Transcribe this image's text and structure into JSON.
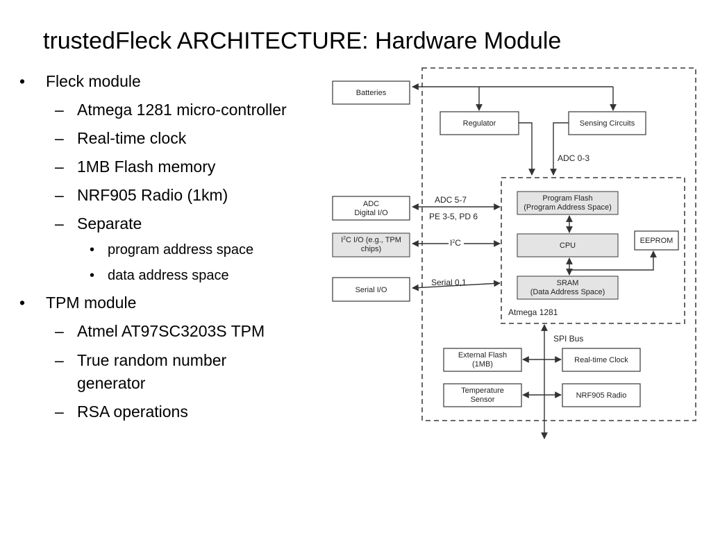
{
  "slide": {
    "title": "trustedFleck ARCHITECTURE: Hardware Module",
    "bullets": [
      {
        "level": 1,
        "text": "Fleck module"
      },
      {
        "level": 2,
        "text": "Atmega 1281 micro-controller"
      },
      {
        "level": 2,
        "text": "Real-time clock"
      },
      {
        "level": 2,
        "text": "1MB Flash memory"
      },
      {
        "level": 2,
        "text": "NRF905 Radio (1km)"
      },
      {
        "level": 2,
        "text": "Separate"
      },
      {
        "level": 3,
        "text": "program address space"
      },
      {
        "level": 3,
        "text": "data address space"
      },
      {
        "level": 1,
        "text": "TPM module"
      },
      {
        "level": 2,
        "text": "Atmel AT97SC3203S TPM"
      },
      {
        "level": 2,
        "text": "True random number"
      },
      {
        "level": 2,
        "text": "generator"
      },
      {
        "level": 2,
        "text": "RSA operations"
      }
    ],
    "markers": {
      "level1": "•",
      "level2": "–",
      "level3": "•"
    }
  },
  "diagram": {
    "batteries": "Batteries",
    "regulator": "Regulator",
    "sensing": "Sensing Circuits",
    "adc03": "ADC 0-3",
    "adc_io_line1": "ADC",
    "adc_io_line2": "Digital I/O",
    "adc57": "ADC 5-7",
    "pe": "PE 3-5, PD 6",
    "i2c_line1_a": "I",
    "i2c_line1_sup": "2",
    "i2c_line1_b": "C I/O (e.g., TPM",
    "i2c_line2": "chips)",
    "i2c_bus_a": "I",
    "i2c_bus_sup": "2",
    "i2c_bus_b": "C",
    "serial_io": "Serial I/O",
    "serial01": "Serial 0,1",
    "pflash_line1": "Program Flash",
    "pflash_line2": "(Program Address Space)",
    "cpu": "CPU",
    "eeprom": "EEPROM",
    "sram_line1": "SRAM",
    "sram_line2": "(Data Address Space)",
    "atmega": "Atmega 1281",
    "spi": "SPI Bus",
    "extflash_line1": "External Flash",
    "extflash_line2": "(1MB)",
    "rtc": "Real-time Clock",
    "temp_line1": "Temperature",
    "temp_line2": "Sensor",
    "radio": "NRF905 Radio"
  }
}
